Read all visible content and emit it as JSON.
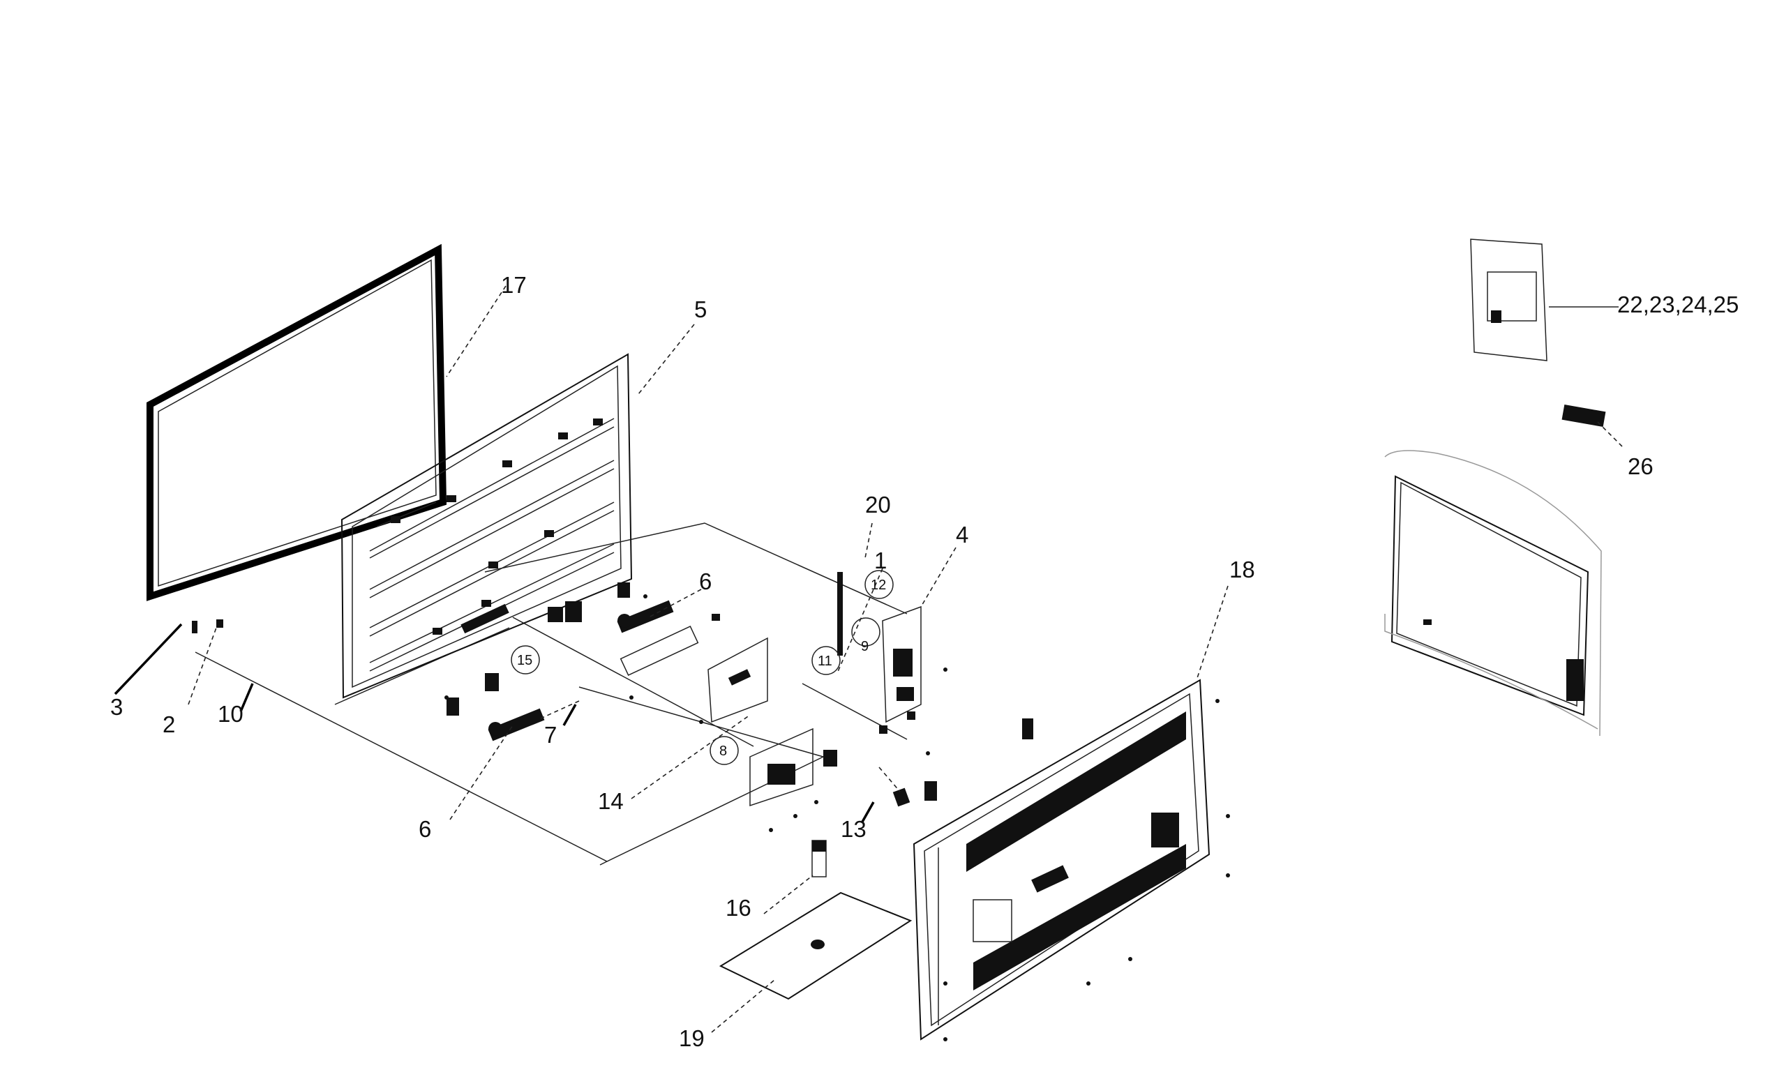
{
  "callouts": {
    "c1": "1",
    "c2": "2",
    "c3": "3",
    "c4": "4",
    "c5": "5",
    "c6a": "6",
    "c6b": "6",
    "c7": "7",
    "c8": "8",
    "c9": "9",
    "c10": "10",
    "c11": "11",
    "c12": "12",
    "c13": "13",
    "c14": "14",
    "c15": "15",
    "c16": "16",
    "c17": "17",
    "c18": "18",
    "c19": "19",
    "c20": "20",
    "c22": "22,23,24,25",
    "c26": "26"
  }
}
